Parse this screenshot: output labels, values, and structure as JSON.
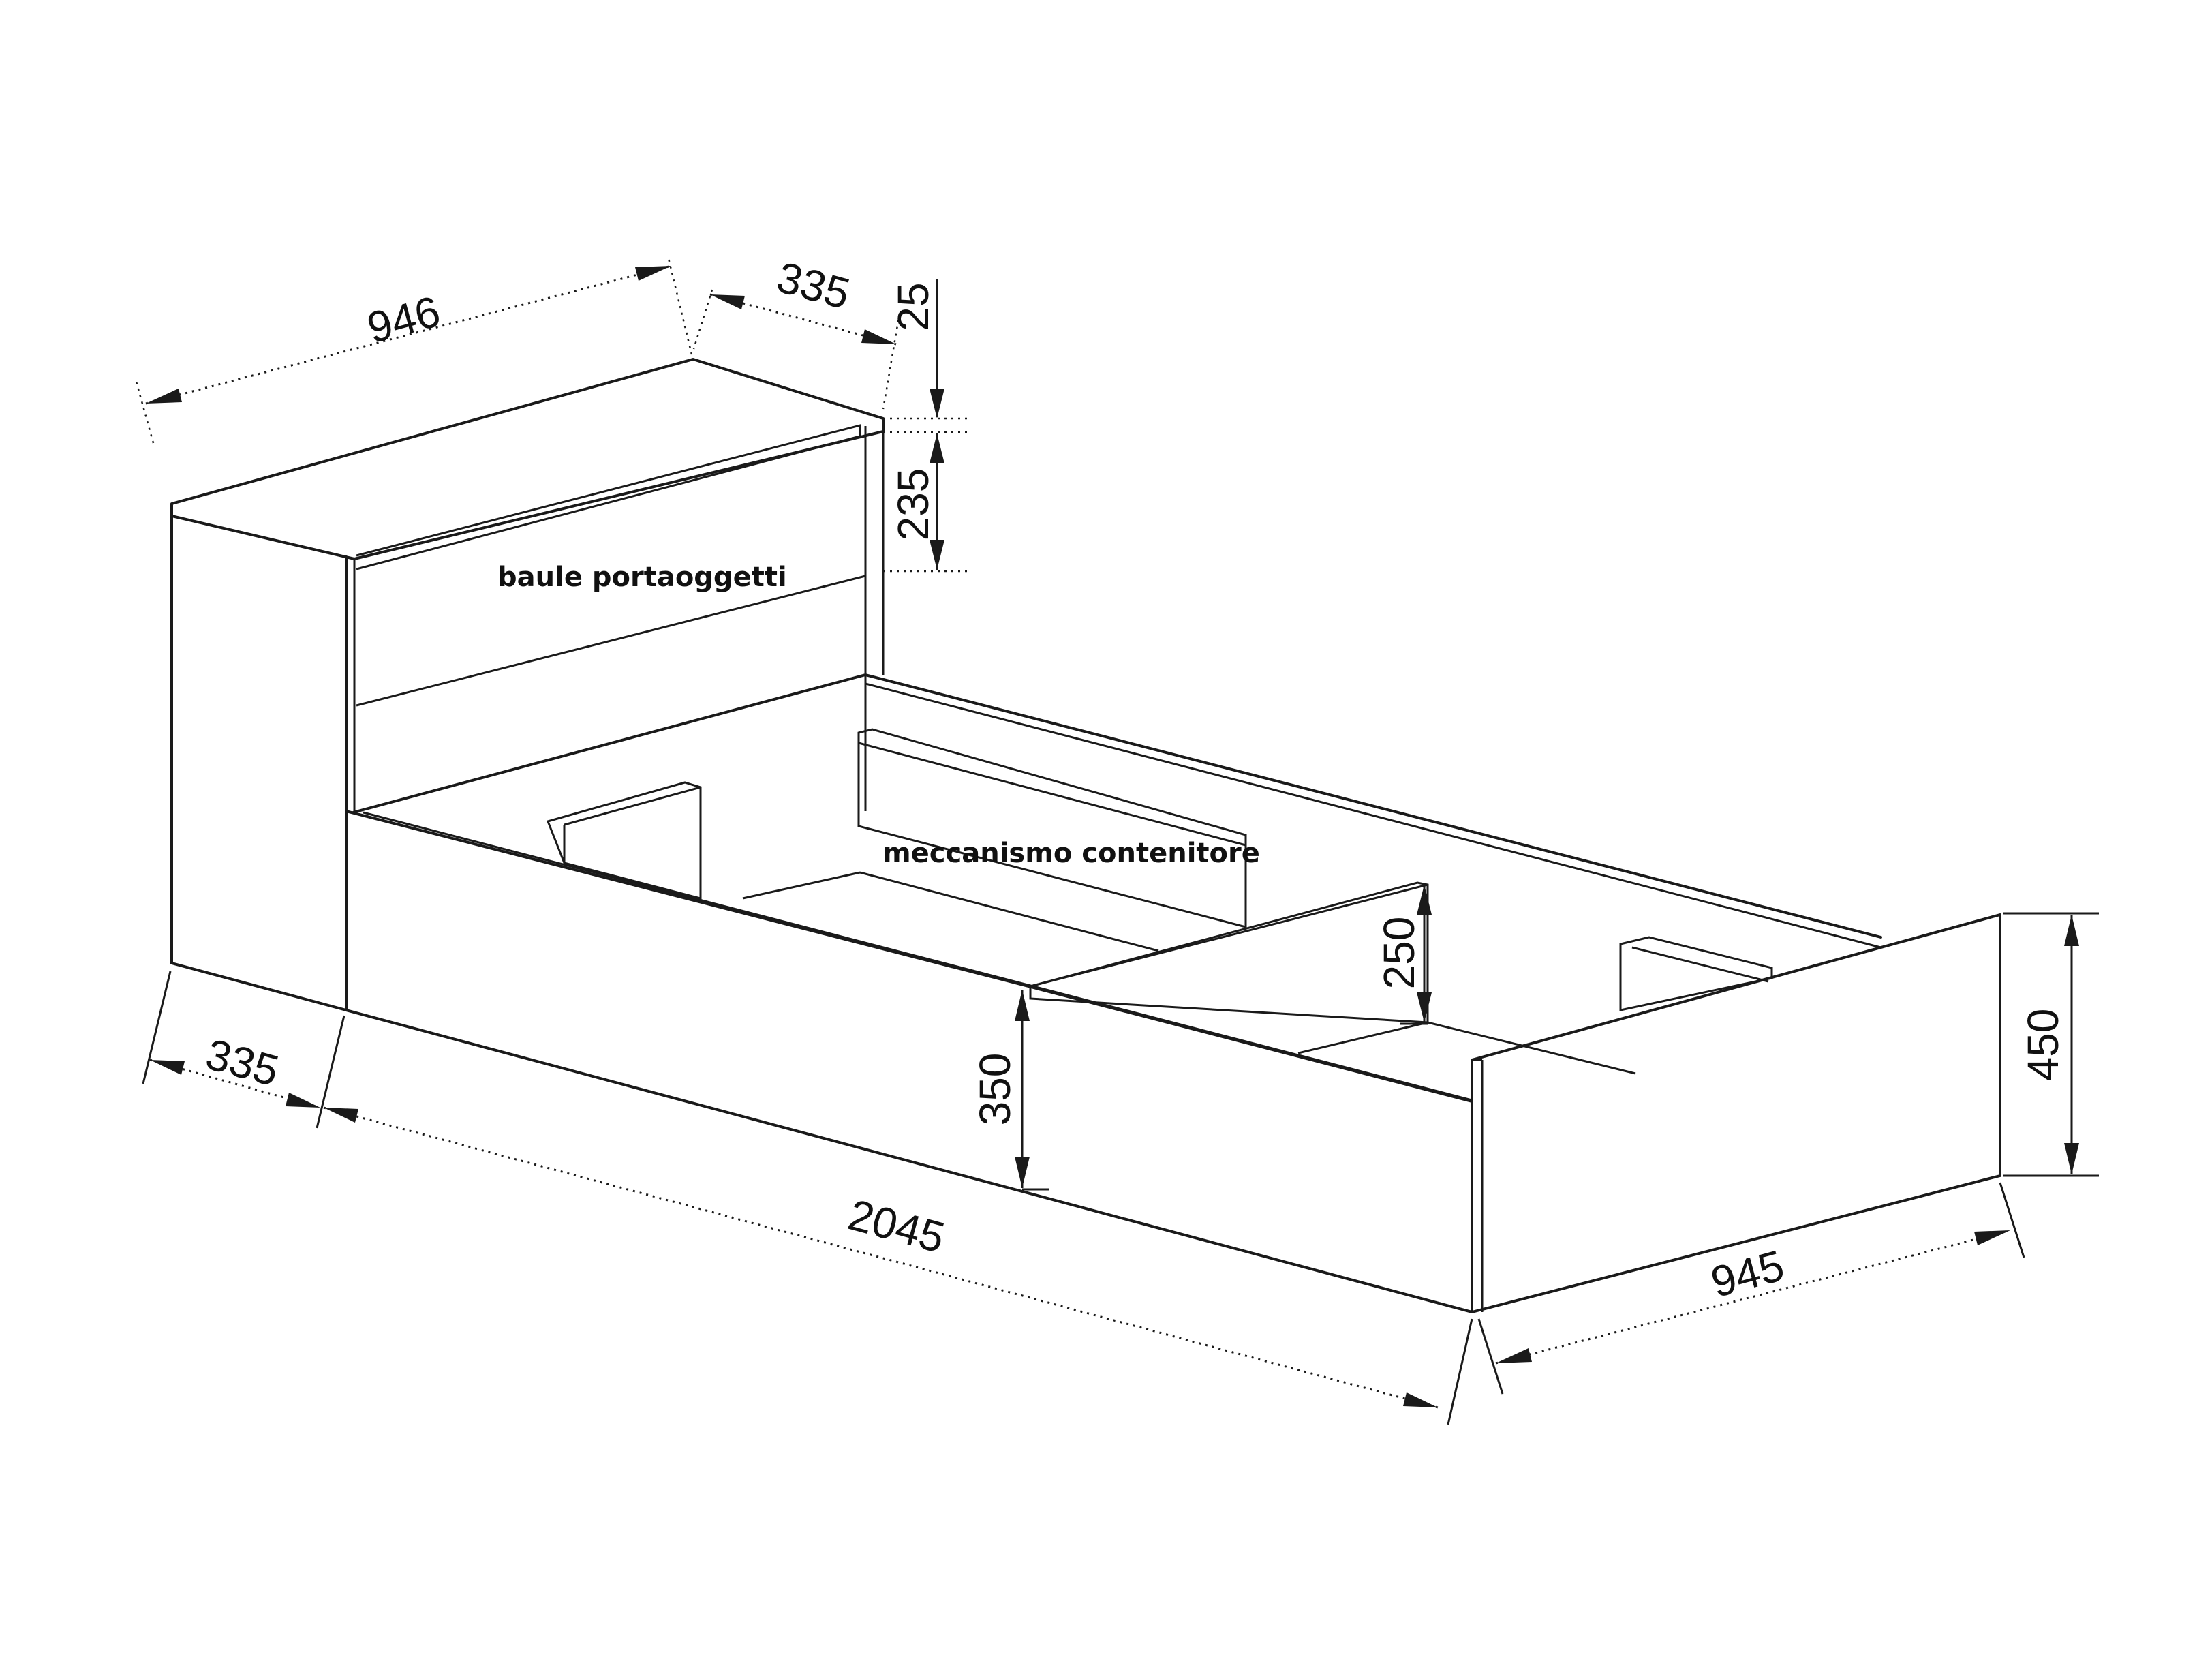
{
  "labels": {
    "storage_box": "baule portaoggetti",
    "container_mechanism": "meccanismo contenitore"
  },
  "dimensions": {
    "headboard_width": "946",
    "headboard_depth": "335",
    "headboard_top": "25",
    "storage_height": "235",
    "base_depth_left": "335",
    "bed_length": "2045",
    "bed_width": "945",
    "bed_height": "450",
    "side_height": "350",
    "divider_height": "250"
  },
  "colors": {
    "line": "#1a1a1a",
    "background": "#ffffff"
  }
}
